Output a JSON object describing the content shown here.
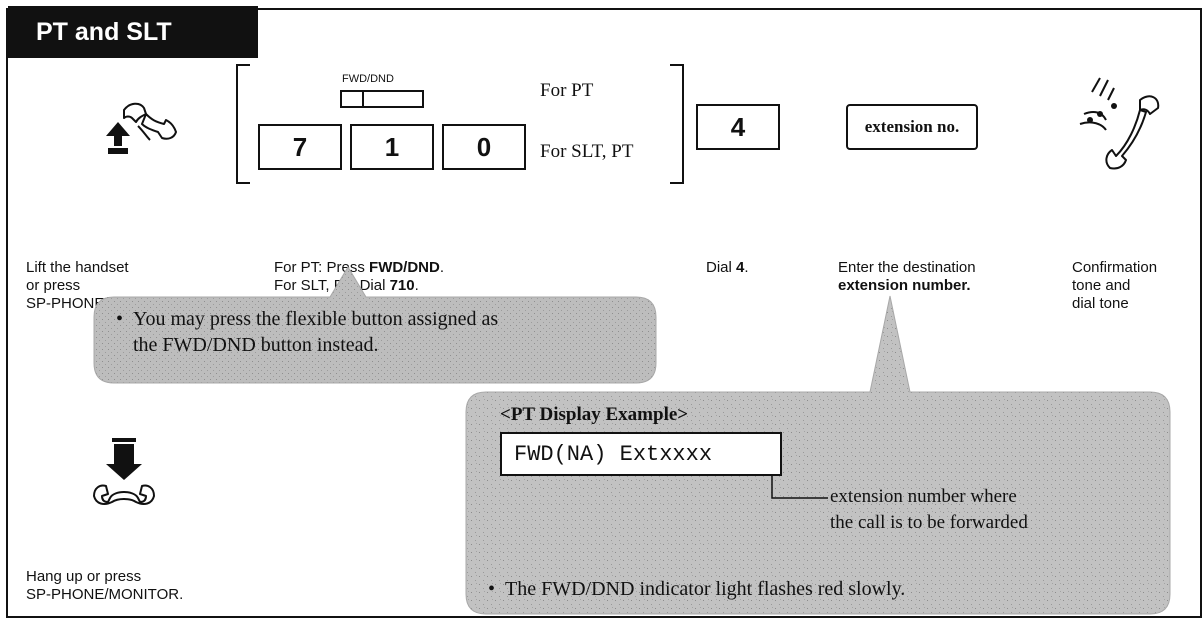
{
  "header": {
    "title": "PT and SLT"
  },
  "steps": {
    "lift": {
      "icon": "handset-lift-icon",
      "caption_line1": "Lift the handset",
      "caption_line2": "or press",
      "caption_line3": "SP-PHONE/MONITOR."
    },
    "feature_code": {
      "fwd_dnd_key_label": "FWD/DND",
      "for_pt_label": "For PT",
      "for_slt_pt_label": "For SLT, PT",
      "keys": [
        "7",
        "1",
        "0"
      ],
      "caption_prefix1": "For PT: Press ",
      "caption_bold1": "FWD/DND",
      "caption_suffix1": ".",
      "caption_prefix2": "For SLT, PT: Dial ",
      "caption_bold2": "710",
      "caption_suffix2": "."
    },
    "dial": {
      "key": "4",
      "caption_prefix": "Dial ",
      "caption_bold": "4",
      "caption_suffix": "."
    },
    "extension": {
      "box_label": "extension no.",
      "caption_line1": "Enter the destination",
      "caption_line2": "extension number."
    },
    "confirmation": {
      "icon": "ringing-handset-icon",
      "caption_line1": "Confirmation",
      "caption_line2": "tone and",
      "caption_line3": "dial tone"
    },
    "hangup": {
      "icon": "handset-hangup-icon",
      "caption_line1": "Hang up or press",
      "caption_line2": "SP-PHONE/MONITOR."
    }
  },
  "note_bubble": {
    "bullet": "•",
    "line1": "You may press the flexible button assigned as",
    "line2": "the FWD/DND button instead."
  },
  "display_bubble": {
    "title": "<PT Display Example>",
    "display_text": "FWD(NA) Extxxxx",
    "annotation_line1": "extension number where",
    "annotation_line2": "the call is to be forwarded",
    "bullet": "•",
    "note": "The FWD/DND indicator light flashes red slowly."
  },
  "colors": {
    "bubble_gray": "#bdbdbd",
    "bubble_dark": "#9a9a9a",
    "ink": "#111111"
  }
}
